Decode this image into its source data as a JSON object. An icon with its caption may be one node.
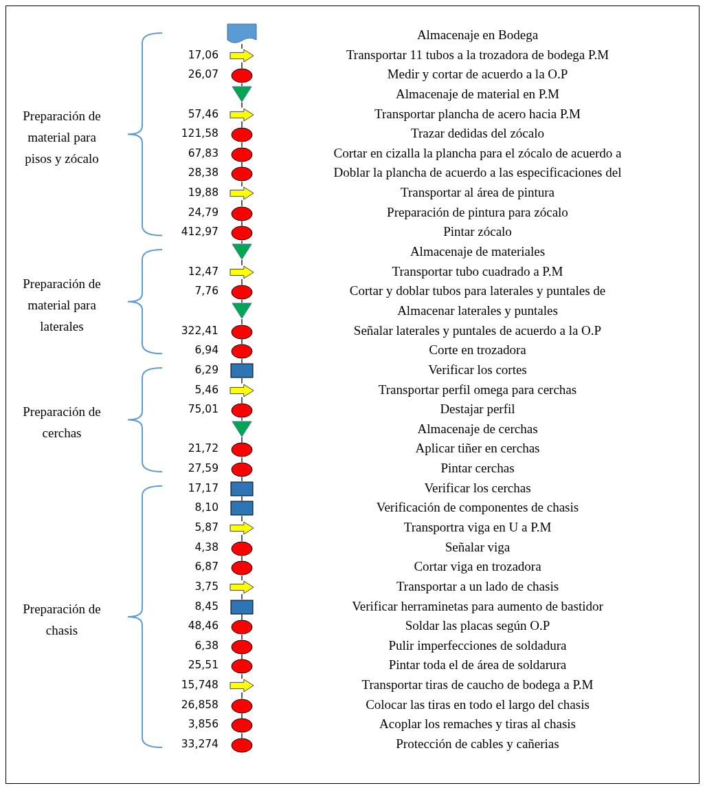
{
  "diagram": {
    "nodes": [
      {
        "text": [],
        "shape": "document"
      },
      {
        "text": [],
        "shape": "arrow",
        "beside": [
          "17,06"
        ]
      },
      {
        "text": [],
        "shape": "circle",
        "beside": [
          "26,07"
        ]
      },
      {
        "text": [],
        "shape": "triangle"
      },
      {
        "text": [],
        "shape": "arrow",
        "beside": [
          "57,46"
        ]
      },
      {
        "text": [],
        "shape": "circle",
        "beside": [
          "121,58"
        ]
      },
      {
        "text": [],
        "shape": "circle",
        "beside": [
          "67,83"
        ]
      },
      {
        "text": [],
        "shape": "circle",
        "beside": [
          "28,38"
        ]
      },
      {
        "text": [],
        "shape": "arrow",
        "beside": [
          "19,88"
        ]
      },
      {
        "text": [],
        "shape": "circle",
        "beside": [
          "24,79"
        ]
      },
      {
        "text": [],
        "shape": "circle",
        "beside": [
          "412,97"
        ]
      },
      {
        "text": [],
        "shape": "triangle"
      },
      {
        "text": [],
        "shape": "arrow",
        "beside": [
          "12,47"
        ]
      },
      {
        "text": [],
        "shape": "circle",
        "beside": [
          "7,76"
        ]
      },
      {
        "text": [],
        "shape": "triangle"
      },
      {
        "text": [],
        "shape": "circle",
        "beside": [
          "322,41"
        ]
      },
      {
        "text": [],
        "shape": "circle",
        "beside": [
          "6,94"
        ]
      },
      {
        "text": [],
        "shape": "box",
        "beside": [
          "6,29"
        ]
      },
      {
        "text": [],
        "shape": "arrow",
        "beside": [
          "5,46"
        ]
      },
      {
        "text": [],
        "shape": "circle",
        "beside": [
          "75,01"
        ]
      },
      {
        "text": [],
        "shape": "triangle"
      },
      {
        "text": [],
        "shape": "circle",
        "beside": [
          "21,72"
        ]
      },
      {
        "text": [],
        "shape": "circle",
        "beside": [
          "27,59"
        ]
      },
      {
        "text": [],
        "shape": "box",
        "beside": [
          "17,17"
        ]
      },
      {
        "text": [],
        "shape": "box",
        "beside": [
          "8,10"
        ]
      },
      {
        "text": [],
        "shape": "arrow",
        "beside": [
          "5,87"
        ]
      },
      {
        "text": [],
        "shape": "circle",
        "beside": [
          "4,38"
        ]
      },
      {
        "text": [],
        "shape": "circle",
        "beside": [
          "6,87"
        ]
      },
      {
        "text": [],
        "shape": "arrow",
        "beside": [
          "3,75"
        ]
      },
      {
        "text": [],
        "shape": "box",
        "beside": [
          "8,45"
        ]
      },
      {
        "text": [],
        "shape": "circle",
        "beside": [
          "48,46"
        ]
      },
      {
        "text": [],
        "shape": "circle",
        "beside": [
          "6,38"
        ]
      },
      {
        "text": [],
        "shape": "circle",
        "beside": [
          "25,51"
        ]
      },
      {
        "text": [],
        "shape": "arrow",
        "beside": [
          "15,748"
        ]
      },
      {
        "text": [],
        "shape": "circle",
        "beside": [
          "26,858"
        ]
      },
      {
        "text": [],
        "shape": "circle",
        "beside": [
          "3,856"
        ]
      },
      {
        "text": [],
        "shape": "circle",
        "beside": [
          "33,274"
        ]
      }
    ],
    "edges": [
      {
        "from": 0,
        "to": 1,
        "arrow": "none"
      },
      {
        "from": 1,
        "to": 2,
        "arrow": "none"
      },
      {
        "from": 2,
        "to": 3,
        "arrow": "none"
      },
      {
        "from": 3,
        "to": 4,
        "arrow": "none"
      },
      {
        "from": 4,
        "to": 5,
        "arrow": "none"
      },
      {
        "from": 5,
        "to": 6,
        "arrow": "none"
      },
      {
        "from": 6,
        "to": 7,
        "arrow": "none"
      },
      {
        "from": 7,
        "to": 8,
        "arrow": "none"
      },
      {
        "from": 8,
        "to": 9,
        "arrow": "none"
      },
      {
        "from": 9,
        "to": 10,
        "arrow": "none"
      },
      {
        "from": 10,
        "to": 11,
        "arrow": "none"
      },
      {
        "from": 11,
        "to": 12,
        "arrow": "none"
      },
      {
        "from": 12,
        "to": 13,
        "arrow": "none"
      },
      {
        "from": 13,
        "to": 14,
        "arrow": "none"
      },
      {
        "from": 14,
        "to": 15,
        "arrow": "none"
      },
      {
        "from": 15,
        "to": 16,
        "arrow": "none"
      },
      {
        "from": 16,
        "to": 17,
        "arrow": "none"
      },
      {
        "from": 17,
        "to": 18,
        "arrow": "none"
      },
      {
        "from": 18,
        "to": 19,
        "arrow": "none"
      },
      {
        "from": 19,
        "to": 20,
        "arrow": "none"
      },
      {
        "from": 20,
        "to": 21,
        "arrow": "none"
      },
      {
        "from": 21,
        "to": 22,
        "arrow": "none"
      },
      {
        "from": 22,
        "to": 23,
        "arrow": "none"
      },
      {
        "from": 23,
        "to": 24,
        "arrow": "none"
      },
      {
        "from": 24,
        "to": 25,
        "arrow": "none"
      },
      {
        "from": 25,
        "to": 26,
        "arrow": "none"
      },
      {
        "from": 26,
        "to": 27,
        "arrow": "none"
      },
      {
        "from": 27,
        "to": 28,
        "arrow": "none"
      },
      {
        "from": 28,
        "to": 29,
        "arrow": "none"
      },
      {
        "from": 29,
        "to": 30,
        "arrow": "none"
      },
      {
        "from": 30,
        "to": 31,
        "arrow": "none"
      },
      {
        "from": 31,
        "to": 32,
        "arrow": "none"
      },
      {
        "from": 32,
        "to": 33,
        "arrow": "none"
      },
      {
        "from": 33,
        "to": 34,
        "arrow": "none"
      },
      {
        "from": 34,
        "to": 35,
        "arrow": "none"
      },
      {
        "from": 35,
        "to": 36,
        "arrow": "none"
      }
    ],
    "labels": [
      "Preparación de material para pisos y zócalo",
      "Preparación de material para laterales",
      "Preparación de cerchas",
      "Preparación de chasis",
      "Almacenaje en Bodega",
      "Transportar 11 tubos a la trozadora de bodega P.M",
      "Medir y cortar de acuerdo a la O.P",
      "Almacenaje de material en P.M",
      "Transportar plancha de acero hacia P.M",
      "Trazar dedidas del zócalo",
      "Cortar en cizalla la plancha para el zócalo de acuerdo a",
      "Doblar la plancha de acuerdo a las especificaciones del",
      "Transportar al área de pintura",
      "Preparación de pintura para zócalo",
      "Pintar zócalo",
      "Almacenaje de materiales",
      "Transportar tubo cuadrado a P.M",
      "Cortar y doblar tubos para laterales y puntales de",
      "Almacenar laterales y puntales",
      "Señalar laterales y puntales de acuerdo a la O.P",
      "Corte en trozadora",
      "Verificar los cortes",
      "Transportar perfil omega para cerchas",
      "Destajar perfil",
      "Almacenaje de cerchas",
      "Aplicar tiñer en cerchas",
      "Pintar cerchas",
      "Verificar los cerchas",
      "Verificación de componentes de chasis",
      "Transportra viga en U a P.M",
      "Señalar viga",
      "Cortar viga en trozadora",
      "Transportar a un lado de chasis",
      "Verificar herraminetas para aumento de bastidor",
      "Soldar las placas según O.P",
      "Pulir imperfecciones de soldadura",
      "Pintar toda el de área de soldarura",
      "Transportar tiras de caucho de bodega a P.M",
      "Colocar las tiras en todo el largo del chasis",
      "Acoplar los remaches y tiras al chasis",
      "Protección de cables y cañerias"
    ]
  }
}
